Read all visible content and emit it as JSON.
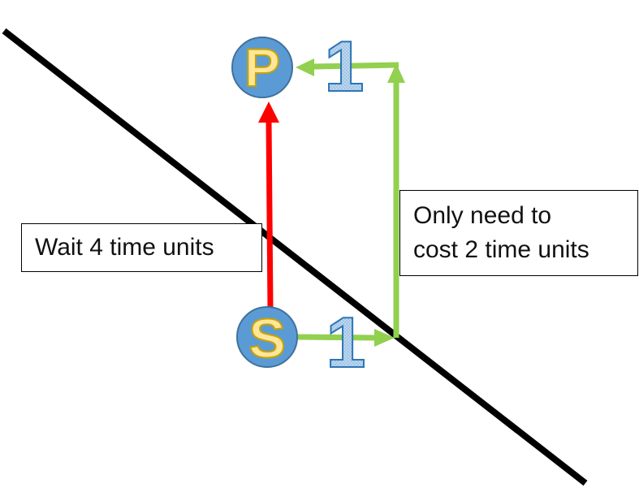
{
  "nodes": {
    "start": {
      "letter": "S"
    },
    "point": {
      "letter": "P"
    }
  },
  "costs": {
    "bottom": "1",
    "top": "1"
  },
  "labels": {
    "wait": "Wait 4 time units",
    "cost_line1": "Only need to",
    "cost_line2": "cost 2 time units"
  },
  "colors": {
    "red_arrow": "#ff0000",
    "green_arrow": "#92d050",
    "node_fill": "#5b9bd5",
    "node_stroke": "#41719c",
    "letter_fill": "#ffe699",
    "letter_stroke": "#c9a300",
    "number_fill": "#9dc3e6",
    "number_stroke": "#2e75b6",
    "divider_line": "#000000"
  }
}
